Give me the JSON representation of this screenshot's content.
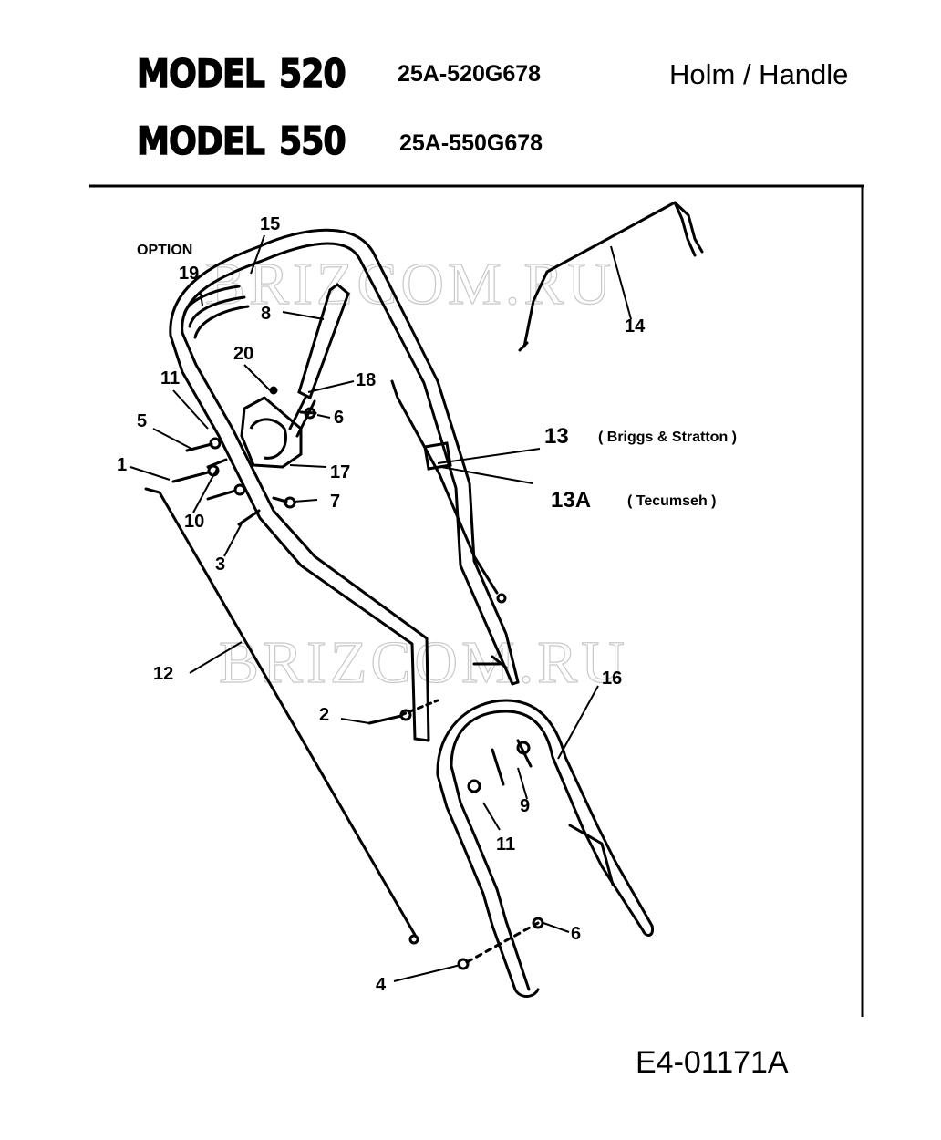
{
  "header": {
    "rows": [
      {
        "model_word": "MODEL",
        "model_number": "520",
        "part_number": "25A-520G678"
      },
      {
        "model_word": "MODEL",
        "model_number": "550",
        "part_number": "25A-550G678"
      }
    ],
    "title": "Holm / Handle"
  },
  "diagram": {
    "option_label": "OPTION",
    "callouts": {
      "c1": "1",
      "c2": "2",
      "c3": "3",
      "c4": "4",
      "c5": "5",
      "c6a": "6",
      "c6b": "6",
      "c7": "7",
      "c8": "8",
      "c9": "9",
      "c10": "10",
      "c11a": "11",
      "c11b": "11",
      "c12": "12",
      "c13": "13",
      "c13a": "13A",
      "c14": "14",
      "c15": "15",
      "c16": "16",
      "c17": "17",
      "c18": "18",
      "c19": "19",
      "c20": "20"
    },
    "notes": {
      "briggs": "( Briggs & Stratton )",
      "tecumseh": "( Tecumseh )"
    },
    "watermarks": [
      "BRIZCOM.RU",
      "BRIZCOM.RU"
    ]
  },
  "footer": {
    "drawing_code": "E4-01171A"
  },
  "colors": {
    "ink": "#000000",
    "watermark": "#c8c8c8",
    "background": "#ffffff"
  }
}
